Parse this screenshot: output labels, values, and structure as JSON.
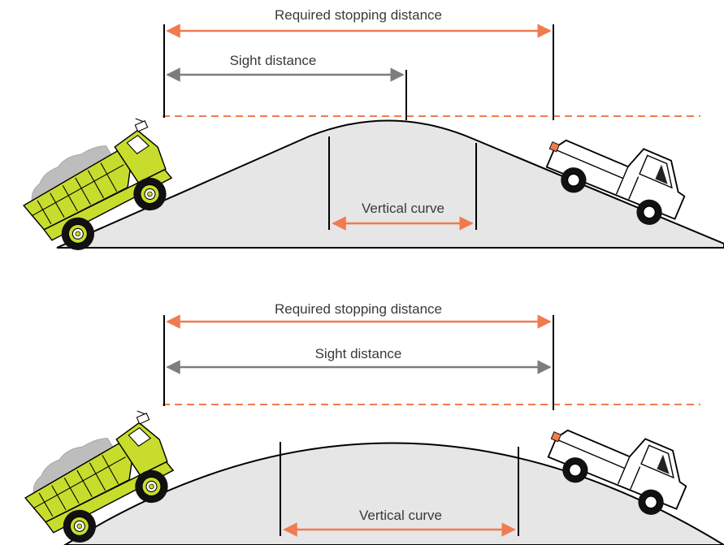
{
  "diagram_top": {
    "required_stopping_label": "Required stopping distance",
    "sight_label": "Sight distance",
    "vertical_curve_label": "Vertical curve"
  },
  "diagram_bottom": {
    "required_stopping_label": "Required stopping distance",
    "sight_label": "Sight distance",
    "vertical_curve_label": "Vertical curve"
  },
  "colors": {
    "stopping_arrow": "#f07b4f",
    "sight_arrow": "#7d7d7d",
    "ground_fill": "#e6e6e6",
    "truck_body": "#c8dc2d",
    "pickup_body": "#ffffff",
    "line": "#000000"
  }
}
